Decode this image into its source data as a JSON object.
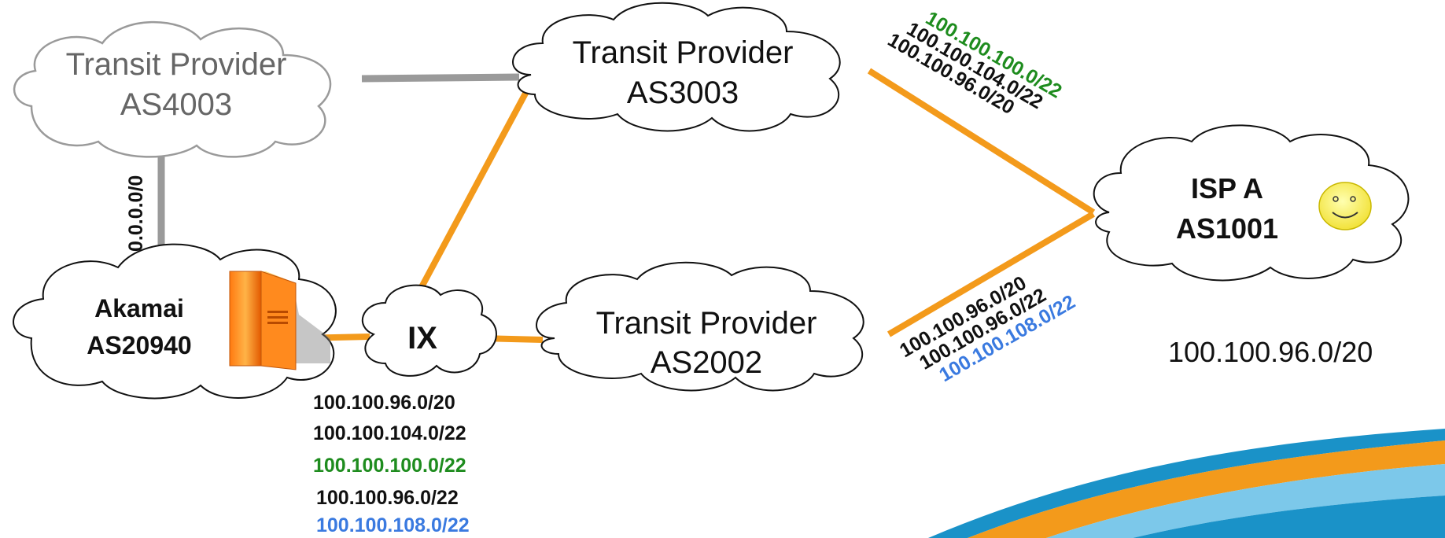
{
  "colors": {
    "orange_link": "#f39a1b",
    "gray_link": "#9a9a9a",
    "green_prefix": "#1e8c1e",
    "blue_prefix": "#3a7ae0",
    "black_text": "#111111",
    "gray_text": "#666666"
  },
  "nodes": {
    "transit4003": {
      "line1": "Transit Provider",
      "line2": "AS4003"
    },
    "transit3003": {
      "line1": "Transit Provider",
      "line2": "AS3003"
    },
    "transit2002": {
      "line1": "Transit Provider",
      "line2": "AS2002"
    },
    "akamai": {
      "line1": "Akamai",
      "line2": "AS20940",
      "icon": "server-icon"
    },
    "ix": {
      "label": "IX"
    },
    "ispa": {
      "line1": "ISP A",
      "line2": "AS1001",
      "icon": "smiley-face-icon"
    }
  },
  "labels": {
    "default_route": "0.0.0.0/0",
    "ispa_prefix": "100.100.96.0/20"
  },
  "link_3003_ispa": [
    {
      "text": "100.100.100.0/22",
      "color": "green"
    },
    {
      "text": "100.100.104.0/22",
      "color": "black"
    },
    {
      "text": "100.100.96.0/20",
      "color": "black"
    }
  ],
  "link_2002_ispa": [
    {
      "text": "100.100.96.0/20",
      "color": "black"
    },
    {
      "text": "100.100.96.0/22",
      "color": "black"
    },
    {
      "text": "100.100.108.0/22",
      "color": "blue"
    }
  ],
  "ix_prefixes": [
    {
      "text": "100.100.96.0/20",
      "color": "black"
    },
    {
      "text": "100.100.104.0/22",
      "color": "black"
    },
    {
      "text": "100.100.100.0/22",
      "color": "green"
    },
    {
      "text": "100.100.96.0/22",
      "color": "black"
    },
    {
      "text": "100.100.108.0/22",
      "color": "blue"
    }
  ]
}
